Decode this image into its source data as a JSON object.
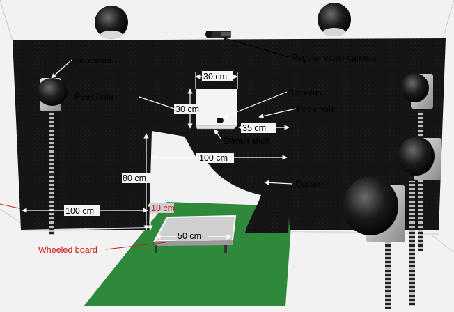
{
  "labels": {
    "oqus_camera": "Oqus camera",
    "regular_video_camera": "Regular video camera",
    "peek_hole_left": "Peek hole",
    "peek_hole_right": "Peek hole",
    "stimulus": "Stimulus",
    "stimuli_shelf": "Stimuli shelf",
    "curtain": "Curtain",
    "wheeled_board": "Wheeled board"
  },
  "dimensions": {
    "window_width": "30 cm",
    "window_height": "30 cm",
    "shelf_width": "35 cm",
    "curtain_width": "100 cm",
    "doorway_height": "80 cm",
    "wall_width": "100 cm",
    "board_height": "10 cm",
    "board_width": "50 cm"
  },
  "colors": {
    "wall": "#111111",
    "floor_mat": "#2e8a3a",
    "label_accent": "#d21a1a",
    "background": "#f2f2f2"
  }
}
